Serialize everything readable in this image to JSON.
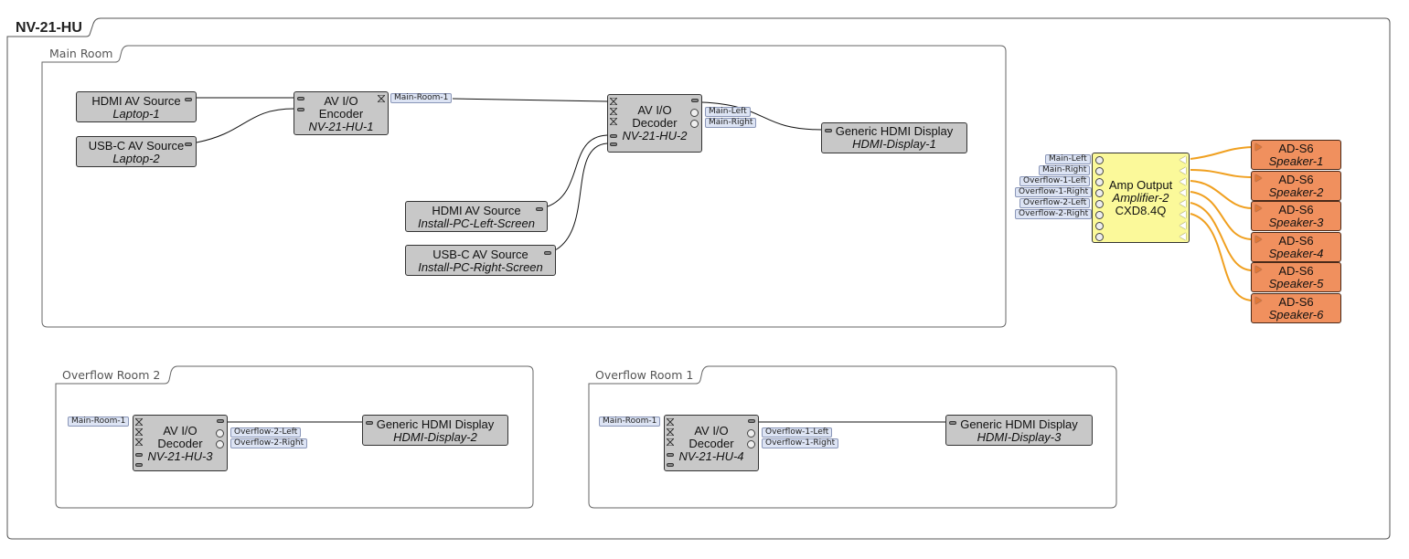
{
  "design": {
    "title": "NV-21-HU",
    "rooms": [
      {
        "id": "main",
        "title": "Main Room"
      },
      {
        "id": "overflow2",
        "title": "Overflow Room 2"
      },
      {
        "id": "overflow1",
        "title": "Overflow Room 1"
      }
    ]
  },
  "blocks": {
    "hdmi_src_1": {
      "line1": "HDMI AV Source",
      "line3": "Laptop-1"
    },
    "usbc_src_1": {
      "line1": "USB-C AV Source",
      "line3": "Laptop-2"
    },
    "encoder": {
      "line1": "AV I/O",
      "line2": "Encoder",
      "line3": "NV-21-HU-1"
    },
    "decoder_main": {
      "line1": "AV I/O",
      "line2": "Decoder",
      "line3": "NV-21-HU-2"
    },
    "display_1": {
      "line1": "Generic HDMI Display",
      "line3": "HDMI-Display-1"
    },
    "hdmi_src_2": {
      "line1": "HDMI AV Source",
      "line3": "Install-PC-Left-Screen"
    },
    "usbc_src_2": {
      "line1": "USB-C AV Source",
      "line3": "Install-PC-Right-Screen"
    },
    "amp": {
      "line1": "Amp Output",
      "line2": "Amplifier-2",
      "line3": "CXD8.4Q"
    },
    "decoder_ov2": {
      "line1": "AV I/O",
      "line2": "Decoder",
      "line3": "NV-21-HU-3"
    },
    "display_2": {
      "line1": "Generic HDMI Display",
      "line3": "HDMI-Display-2"
    },
    "decoder_ov1": {
      "line1": "AV I/O",
      "line2": "Decoder",
      "line3": "NV-21-HU-4"
    },
    "display_3": {
      "line1": "Generic HDMI Display",
      "line3": "HDMI-Display-3"
    }
  },
  "speakers": [
    {
      "model": "AD-S6",
      "name": "Speaker-1"
    },
    {
      "model": "AD-S6",
      "name": "Speaker-2"
    },
    {
      "model": "AD-S6",
      "name": "Speaker-3"
    },
    {
      "model": "AD-S6",
      "name": "Speaker-4"
    },
    {
      "model": "AD-S6",
      "name": "Speaker-5"
    },
    {
      "model": "AD-S6",
      "name": "Speaker-6"
    }
  ],
  "tags": {
    "encoder_out": "Main-Room-1",
    "decoder_main_left": "Main-Left",
    "decoder_main_right": "Main-Right",
    "amp_inputs": [
      "Main-Left",
      "Main-Right",
      "Overflow-1-Left",
      "Overflow-1-Right",
      "Overflow-2-Left",
      "Overflow-2-Right"
    ],
    "ov2_in": "Main-Room-1",
    "ov2_left": "Overflow-2-Left",
    "ov2_right": "Overflow-2-Right",
    "ov1_in": "Main-Room-1",
    "ov1_left": "Overflow-1-Left",
    "ov1_right": "Overflow-1-Right"
  },
  "colors": {
    "block_gray": "#c8c8c8",
    "amp_yellow": "#fbf99a",
    "speaker_orange": "#f0905e",
    "speaker_wire": "#f0a020",
    "tag_fill": "#dde4f4"
  }
}
